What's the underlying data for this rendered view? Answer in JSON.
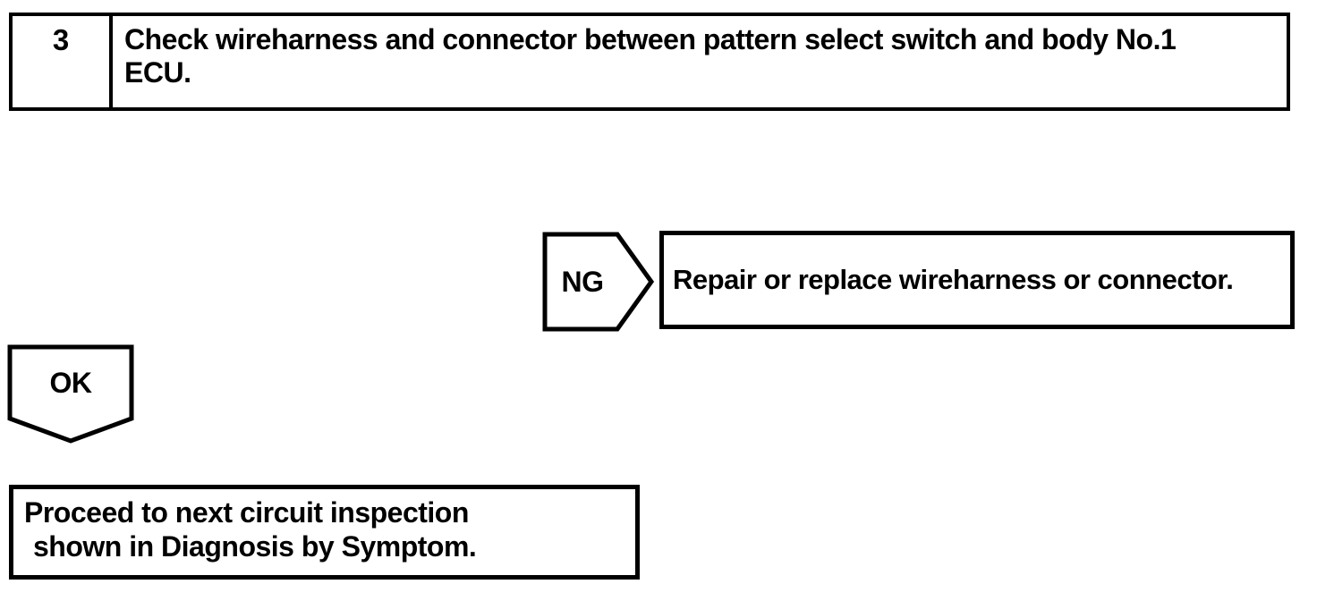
{
  "colors": {
    "ink": "#000000",
    "paper": "#ffffff"
  },
  "flowchart": {
    "step": {
      "number": "3",
      "instruction_line1": "Check wireharness and connector between pattern select switch and body No.1",
      "instruction_line2": "ECU."
    },
    "ng_branch": {
      "label": "NG",
      "action": "Repair or replace wireharness or connector."
    },
    "ok_branch": {
      "label": "OK",
      "action_line1": "Proceed to next circuit inspection",
      "action_line2": "shown in Diagnosis by Symptom."
    }
  }
}
